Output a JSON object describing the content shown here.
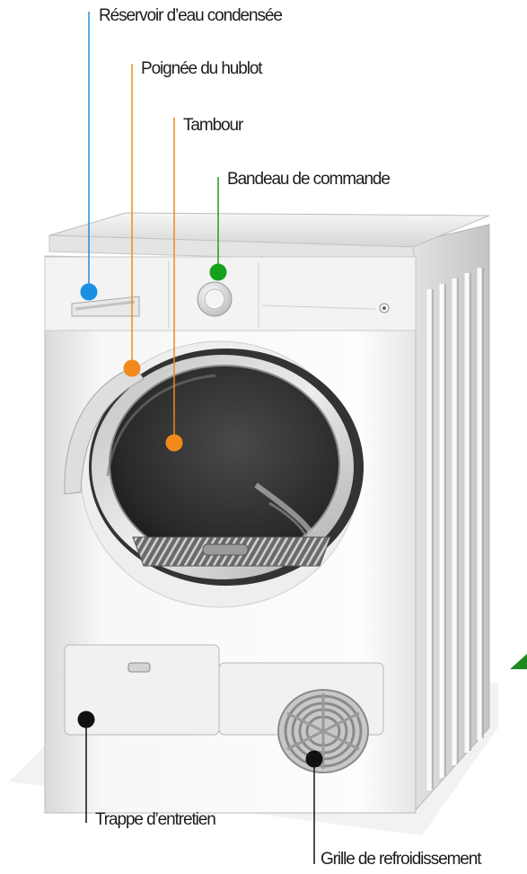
{
  "labels": {
    "reservoir": "Réservoir d’eau condensée",
    "poignee": "Poignée du hublot",
    "tambour": "Tambour",
    "bandeau": "Bandeau de commande",
    "trappe": "Trappe d’entretien",
    "grille": "Grille de refroidissement"
  },
  "colors": {
    "reservoir": "#1a8fe3",
    "poignee": "#f08a1c",
    "tambour": "#f08a1c",
    "bandeau": "#16a11c",
    "trappe": "#111111",
    "grille": "#111111",
    "corner_mark": "#1f8a1f"
  }
}
